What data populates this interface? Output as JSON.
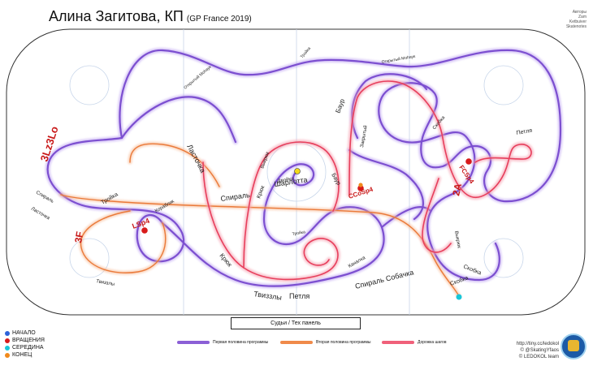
{
  "title": "Алина Загитова, КП",
  "title_sub": "(GP France 2019)",
  "credits": [
    "Авторы",
    "Zam",
    "Ketbuiver",
    "Skatenotes"
  ],
  "judges_panel": "Судьи / Тех панель",
  "markers": {
    "start": {
      "label": "НАЧАЛО",
      "color": "#2e62d9"
    },
    "spins": {
      "label": "ВРАЩЕНИЯ",
      "color": "#d81a1a"
    },
    "middle": {
      "label": "СЕРЕДИНА",
      "color": "#18c6d8"
    },
    "end": {
      "label": "КОНЕЦ",
      "color": "#f08a1c"
    }
  },
  "legend": {
    "first_half": {
      "label": "Первая половина программы",
      "color": "#8b5fd6"
    },
    "second_half": {
      "label": "Вторая половина программы",
      "color": "#f08a4a"
    },
    "step_sequence": {
      "label": "Дорожка шагов",
      "color": "#f0607a"
    }
  },
  "footer": [
    "http://tiny.cc/ledokol",
    "© @SkatingYfaos",
    "© LEDOKOL team"
  ],
  "elements": {
    "jump_3lz3lo": "3Lz3Lo",
    "jump_3f": "3F",
    "jump_2a": "2A",
    "spin_lsp4": "LSp4",
    "spin_ccosp4": "CCoSp4",
    "spin_fcsp4": "FCSp4"
  },
  "labels": {
    "lastochka": "Ласточка",
    "spiral": "Спираль",
    "sharlotta": "Шарлотта",
    "kryuk_left": "Крюк",
    "kryuk_center": "Крюк",
    "tvizzly_bottom": "Твиззлы",
    "petlya_bottom": "Петля",
    "spiral_sobachka": "Спираль Собачка",
    "skobka_right": "Скобка",
    "skobka_bottom": "Скобка",
    "petlya_right": "Петля",
    "baur": "Баур",
    "baur2": "Баур",
    "troyka_left": "Тройка",
    "korablik": "Кораблик",
    "tvizzly_left": "Твиззлы",
    "spiral_left": "Спираль",
    "lastochka_left": "Ласточка",
    "otkrytyj_mohauk": "Открытый Моhaук",
    "otkrytyj_mohauk2": "Открытый Моhaук",
    "dvoika": "Двойка",
    "vykruk": "Выкрюк",
    "kanalka": "Каналка",
    "zakrytyj": "Закрытый",
    "skobka_top": "Скобка",
    "troyka_top": "Тройка",
    "vykruk_right": "Выкрюк",
    "troyka_mid": "Тройка"
  }
}
